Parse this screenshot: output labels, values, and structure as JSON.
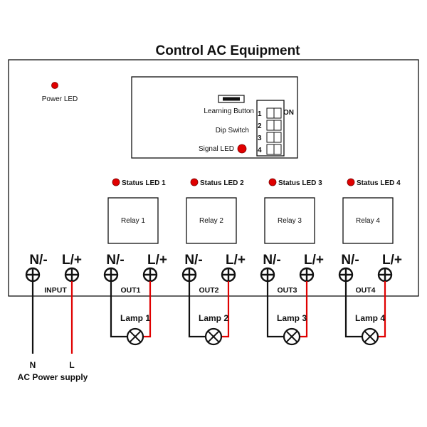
{
  "title": "Control AC Equipment",
  "power_led_label": "Power LED",
  "module": {
    "learning_button_label": "Learning Button",
    "dip_switch_label": "Dip Switch",
    "signal_led_label": "Signal LED",
    "dip_numbers": [
      "1",
      "2",
      "3",
      "4"
    ],
    "dip_on_label": "ON"
  },
  "channels": [
    {
      "status_led": "Status LED 1",
      "relay": "Relay 1",
      "out": "OUT1",
      "lamp": "Lamp 1"
    },
    {
      "status_led": "Status LED 2",
      "relay": "Relay 2",
      "out": "OUT2",
      "lamp": "Lamp 2"
    },
    {
      "status_led": "Status LED 3",
      "relay": "Relay 3",
      "out": "OUT3",
      "lamp": "Lamp 3"
    },
    {
      "status_led": "Status LED 4",
      "relay": "Relay 4",
      "out": "OUT4",
      "lamp": "Lamp 4"
    }
  ],
  "terminal_labels": {
    "neg": "N/-",
    "pos": "L/+"
  },
  "input_label": "INPUT",
  "supply": {
    "n": "N",
    "l": "L",
    "label": "AC Power supply"
  },
  "colors": {
    "live_wire": "#e00000",
    "neutral_wire": "#111111",
    "led": "#e00000"
  }
}
